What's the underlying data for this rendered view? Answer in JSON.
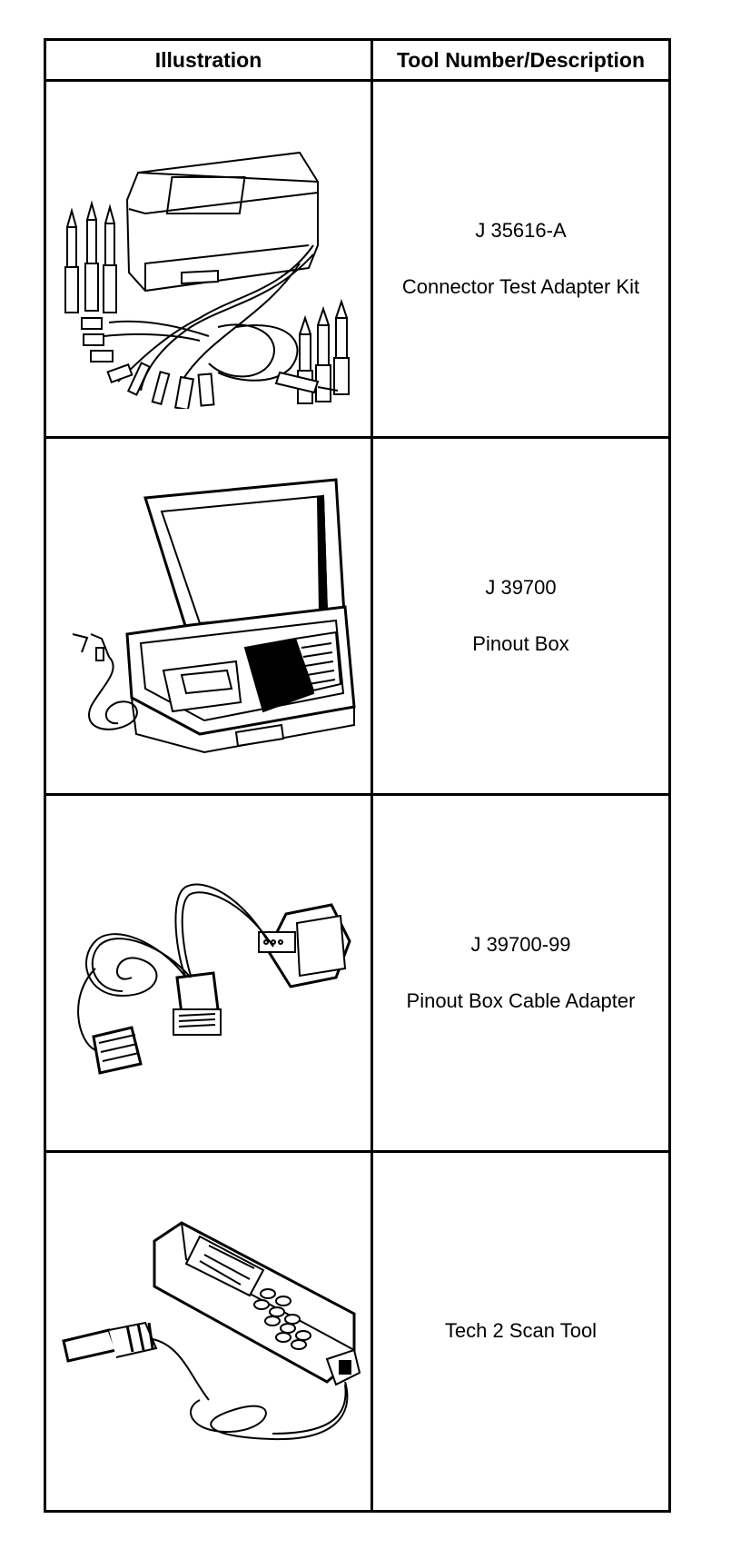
{
  "table": {
    "headers": {
      "illustration": "Illustration",
      "description": "Tool Number/Description"
    },
    "rows": [
      {
        "tool_number": "J 35616-A",
        "description": "Connector Test Adapter Kit",
        "illustration_icon": "connector-test-adapter-kit-drawing"
      },
      {
        "tool_number": "J 39700",
        "description": "Pinout Box",
        "illustration_icon": "pinout-box-drawing"
      },
      {
        "tool_number": "J 39700-99",
        "description": "Pinout Box Cable Adapter",
        "illustration_icon": "cable-adapter-drawing"
      },
      {
        "tool_number": "",
        "description": "Tech 2 Scan Tool",
        "illustration_icon": "scan-tool-drawing"
      }
    ]
  }
}
